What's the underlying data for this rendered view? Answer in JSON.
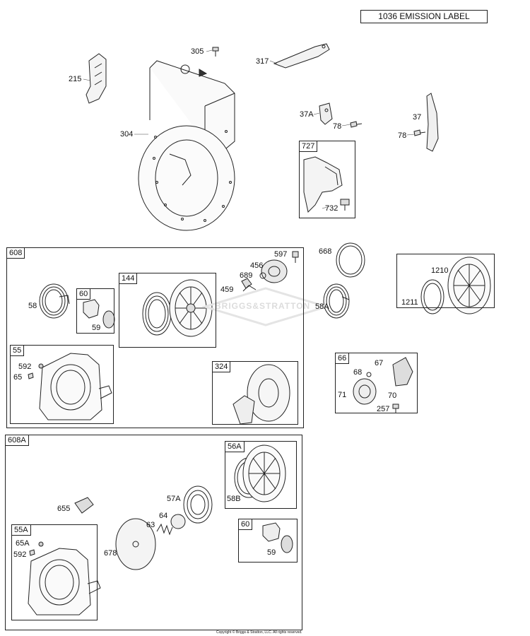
{
  "header": {
    "emission_label": "1036 EMISSION LABEL"
  },
  "footer": {
    "copyright": "Copyright © Briggs & Stratton, LLC. All rights reserved."
  },
  "watermark": {
    "text": "BRIGGS&STRATTON"
  },
  "top_parts": {
    "p305": "305",
    "p317": "317",
    "p215": "215",
    "p304": "304",
    "p37a": "37A",
    "p78a": "78",
    "p37": "37",
    "p78b": "78",
    "box727": "727",
    "p732": "732"
  },
  "group608": {
    "tag": "608",
    "p58": "58",
    "box60": "60",
    "p59": "59",
    "box144": "144",
    "p597": "597",
    "p456": "456",
    "p689": "689",
    "p459": "459",
    "box55": "55",
    "p592": "592",
    "p65": "65",
    "box324": "324"
  },
  "right_parts": {
    "p668": "668",
    "p58a": "58A",
    "p1210": "1210",
    "p1211": "1211",
    "box66": "66",
    "p67": "67",
    "p68": "68",
    "p71": "71",
    "p70": "70",
    "p257": "257"
  },
  "group608a": {
    "tag": "608A",
    "box56a": "56A",
    "p58b": "58B",
    "p655": "655",
    "p57a": "57A",
    "p64": "64",
    "p63": "63",
    "p678": "678",
    "box55a": "55A",
    "p65a": "65A",
    "p592b": "592",
    "box60b": "60",
    "p59b": "59"
  }
}
